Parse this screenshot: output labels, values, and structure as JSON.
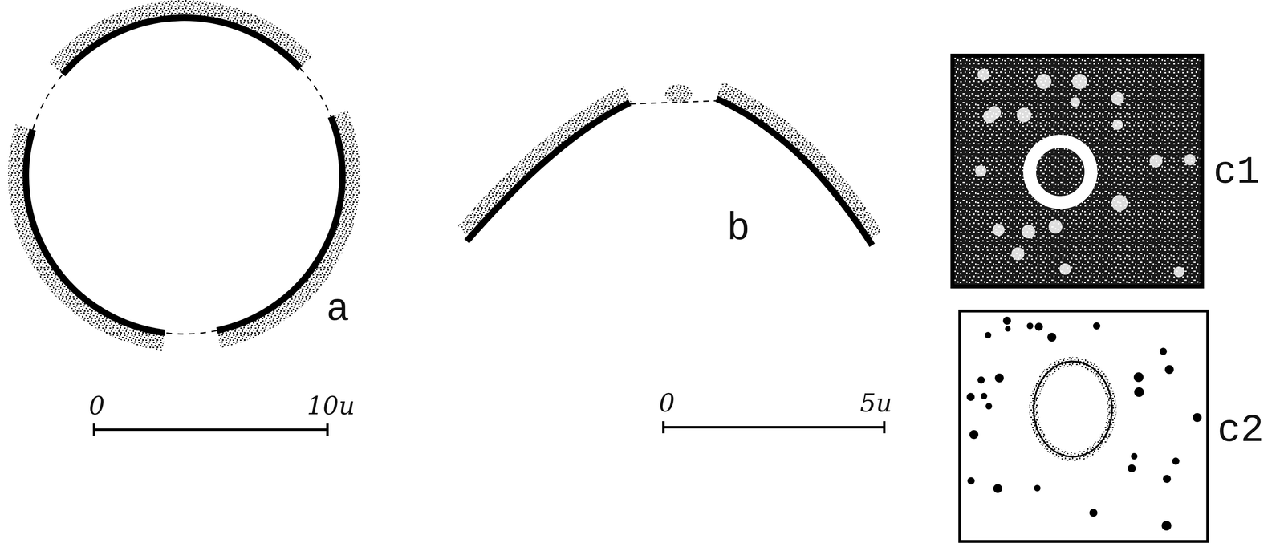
{
  "diagram": {
    "labels": [
      "a",
      "b",
      "c1",
      "c2",
      "0",
      "10u",
      "0",
      "5u"
    ]
  }
}
